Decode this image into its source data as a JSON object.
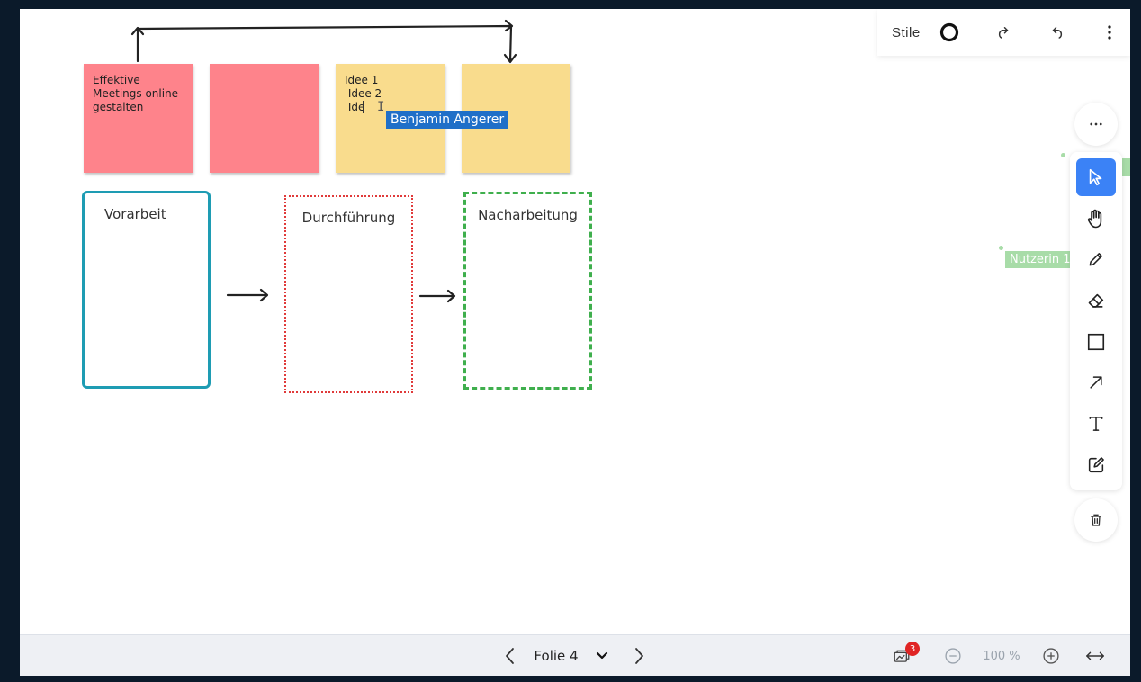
{
  "board": {
    "stickies": [
      {
        "color": "red",
        "lines": [
          "Effektive",
          "Meetings online",
          "gestalten"
        ]
      },
      {
        "color": "red",
        "lines": []
      },
      {
        "color": "yellow",
        "lines": [
          "Idee 1",
          " Idee 2",
          " Ide"
        ]
      },
      {
        "color": "yellow",
        "lines": []
      }
    ],
    "frames": [
      {
        "label": "Vorarbeit",
        "color": "#1e9cb3"
      },
      {
        "label": "Durchführung",
        "color": "#e03a3a"
      },
      {
        "label": "Nacharbeitung",
        "color": "#3faf4d"
      }
    ],
    "active_cursor_user": "Benjamin Angerer",
    "remote_user_label": "Nutzerin 1"
  },
  "top_toolbar": {
    "styles_label": "Stile",
    "buttons": [
      "stroke-style-icon",
      "redo-icon",
      "undo-icon",
      "more-vertical-icon"
    ]
  },
  "tools": {
    "more": "more-horizontal-icon",
    "items": [
      "select-pointer-icon",
      "hand-icon",
      "pencil-icon",
      "eraser-icon",
      "rectangle-icon",
      "arrow-icon",
      "text-icon",
      "edit-note-icon"
    ],
    "active": "select-pointer-icon",
    "delete": "trash-icon"
  },
  "bottom_bar": {
    "slide_label": "Folie 4",
    "notification_count": "3",
    "zoom_level": "100 %"
  },
  "colors": {
    "accent": "#3b82f6",
    "sticky_red": "#fe838b",
    "sticky_yellow": "#f9dc8d",
    "cursor_label": "#1f6fc8",
    "remote_label": "#a8dca8"
  }
}
